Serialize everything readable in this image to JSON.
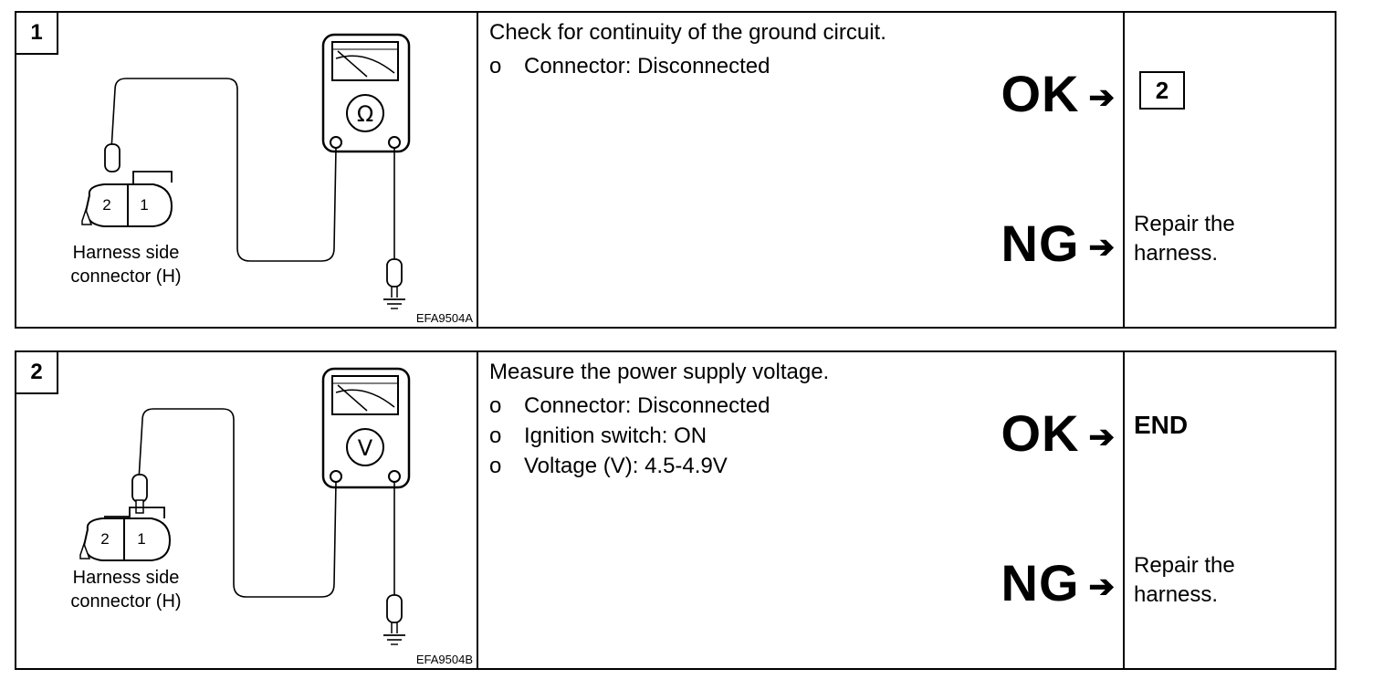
{
  "steps": [
    {
      "number": "1",
      "meter_symbol": "Ω",
      "connector_left": "2",
      "connector_right": "1",
      "figure_label_line1": "Harness side",
      "figure_label_line2": "connector (H)",
      "figure_code": "EFA9504A",
      "title": "Check for continuity of the ground circuit.",
      "bullet_marker": "o",
      "bullets": [
        "Connector: Disconnected"
      ],
      "ok_label": "OK",
      "ng_label": "NG",
      "arrow": "➔",
      "ok_result": "2",
      "ng_result_line1": "Repair the",
      "ng_result_line2": "harness."
    },
    {
      "number": "2",
      "meter_symbol": "V",
      "connector_left": "2",
      "connector_right": "1",
      "figure_label_line1": "Harness side",
      "figure_label_line2": "connector (H)",
      "figure_code": "EFA9504B",
      "title": "Measure the power supply voltage.",
      "bullet_marker": "o",
      "bullets": [
        "Connector: Disconnected",
        "Ignition switch: ON",
        "Voltage (V): 4.5-4.9V"
      ],
      "ok_label": "OK",
      "ng_label": "NG",
      "arrow": "➔",
      "ok_result": "END",
      "ng_result_line1": "Repair the",
      "ng_result_line2": "harness."
    }
  ]
}
